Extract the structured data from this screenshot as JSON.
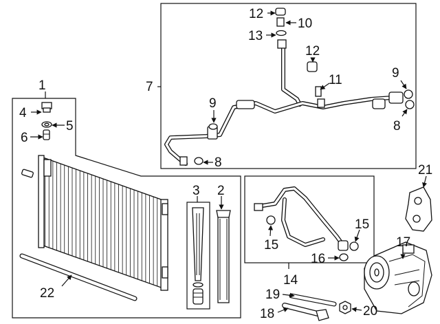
{
  "callouts": {
    "c1": "1",
    "c2": "2",
    "c3": "3",
    "c4": "4",
    "c5": "5",
    "c6": "6",
    "c7": "7",
    "c8a": "8",
    "c8b": "8",
    "c9a": "9",
    "c9b": "9",
    "c10": "10",
    "c11": "11",
    "c12a": "12",
    "c12b": "12",
    "c13": "13",
    "c14": "14",
    "c15a": "15",
    "c15b": "15",
    "c16": "16",
    "c17": "17",
    "c18": "18",
    "c19": "19",
    "c20": "20",
    "c21": "21",
    "c22": "22"
  }
}
